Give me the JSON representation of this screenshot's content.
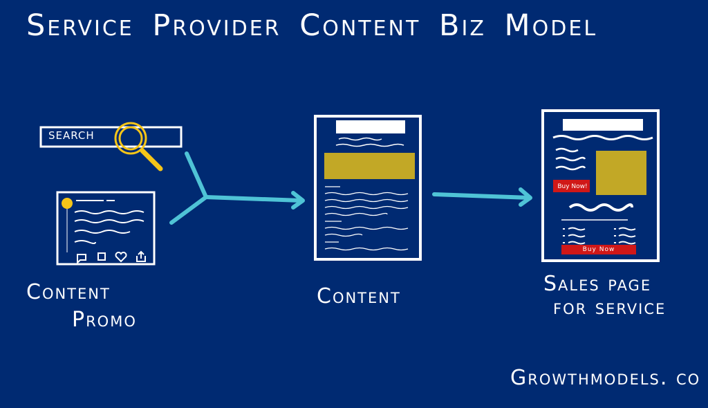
{
  "title": "Service Provider Content Biz Model",
  "nodes": {
    "promo_label_line1": "Content",
    "promo_label_line2": "Promo",
    "content_label": "Content",
    "sales_label_line1": "Sales page",
    "sales_label_line2": "for service"
  },
  "search_text": "SEARCH",
  "buy_now_small": "Buy Now!",
  "buy_now_bar": "Buy Now",
  "brand": "Growthmodels. co",
  "colors": {
    "background": "#002a72",
    "arrow": "#4fc3d6",
    "gold": "#c2a826",
    "yellow": "#f5c518",
    "red": "#d01818",
    "line": "#ffffff"
  }
}
